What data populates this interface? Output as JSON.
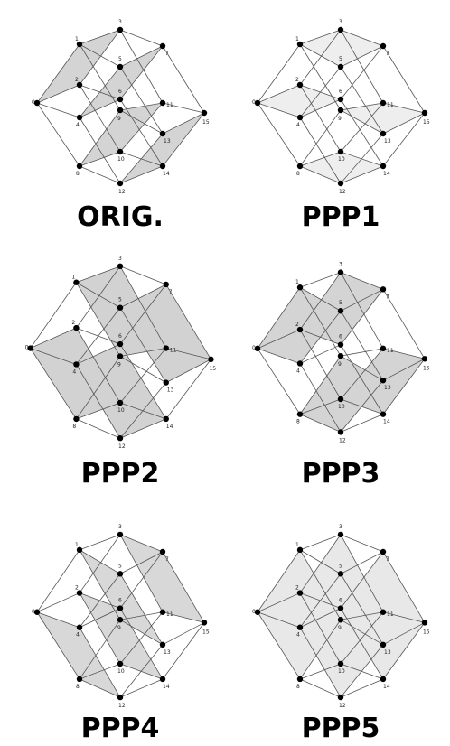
{
  "panels": [
    {
      "title": "ORIG.",
      "fill": "#d4d4d4",
      "faces": [
        [
          "0",
          "1",
          "3",
          "2"
        ],
        [
          "4",
          "5",
          "7",
          "6"
        ],
        [
          "8",
          "9",
          "11",
          "10"
        ],
        [
          "12",
          "13",
          "15",
          "14"
        ]
      ]
    },
    {
      "title": "PPP1",
      "fill": "#eeeeee",
      "faces": [
        [
          "1",
          "3",
          "7",
          "5"
        ],
        [
          "0",
          "2",
          "6",
          "4"
        ],
        [
          "9",
          "11",
          "15",
          "13"
        ],
        [
          "8",
          "10",
          "14",
          "12"
        ]
      ]
    },
    {
      "title": "PPP2",
      "fill": "#d2d2d2",
      "faces": [
        [
          "0",
          "2",
          "10",
          "8"
        ],
        [
          "1",
          "3",
          "11",
          "9"
        ],
        [
          "4",
          "6",
          "14",
          "12"
        ],
        [
          "5",
          "7",
          "15",
          "13"
        ]
      ]
    },
    {
      "title": "PPP3",
      "fill": "#d4d4d4",
      "faces": [
        [
          "0",
          "1",
          "5",
          "4"
        ],
        [
          "2",
          "3",
          "7",
          "6"
        ],
        [
          "8",
          "9",
          "13",
          "12"
        ],
        [
          "10",
          "11",
          "15",
          "14"
        ]
      ]
    },
    {
      "title": "PPP4",
      "fill": "#d8d8d8",
      "faces": [
        [
          "0",
          "4",
          "12",
          "8"
        ],
        [
          "1",
          "5",
          "13",
          "9"
        ],
        [
          "2",
          "6",
          "14",
          "10"
        ],
        [
          "3",
          "7",
          "15",
          "11"
        ]
      ]
    },
    {
      "title": "PPP5",
      "fill": "#e8e8e8",
      "faces": [
        [
          "0",
          "1",
          "9",
          "8"
        ],
        [
          "2",
          "3",
          "11",
          "10"
        ],
        [
          "4",
          "5",
          "13",
          "12"
        ],
        [
          "6",
          "7",
          "15",
          "14"
        ]
      ]
    }
  ]
}
